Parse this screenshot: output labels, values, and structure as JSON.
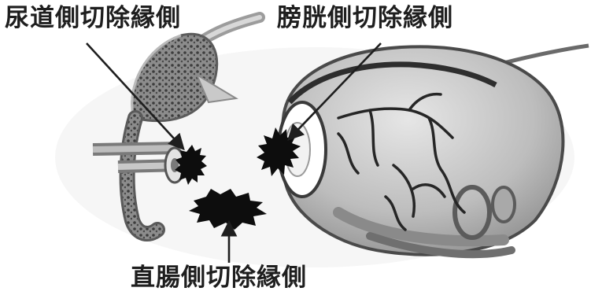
{
  "labels": {
    "urethra_margin": "尿道側切除縁側",
    "bladder_margin": "膀胱側切除縁側",
    "rectum_margin": "直腸側切除縁側"
  },
  "colors": {
    "ink": "#1e1e1e",
    "tissue_light": "#d4d4d4",
    "tissue_mid": "#b2b2b2",
    "tissue_dark": "#6a6a6a",
    "marker": "#0d0d0d"
  }
}
